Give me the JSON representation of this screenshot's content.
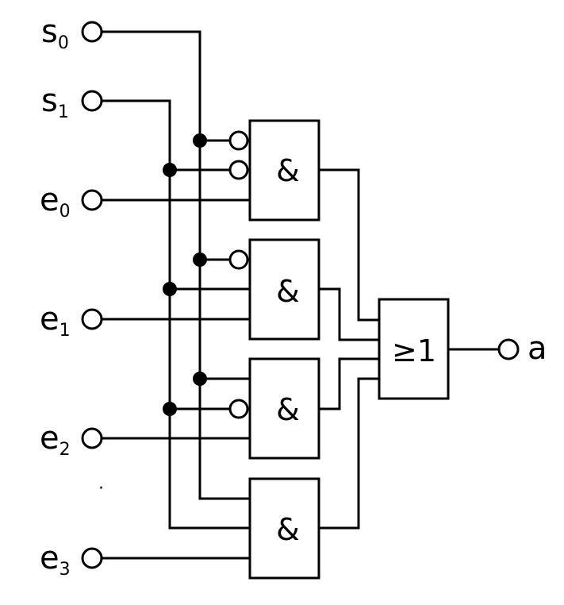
{
  "inputs": {
    "s0": {
      "name": "s",
      "index": "0"
    },
    "s1": {
      "name": "s",
      "index": "1"
    },
    "e0": {
      "name": "e",
      "index": "0"
    },
    "e1": {
      "name": "e",
      "index": "1"
    },
    "e2": {
      "name": "e",
      "index": "2"
    },
    "e3": {
      "name": "e",
      "index": "3"
    }
  },
  "output": {
    "name": "a"
  },
  "gates": {
    "and_symbol": "&",
    "or_symbol": "≥1"
  },
  "stray_mark": "·"
}
